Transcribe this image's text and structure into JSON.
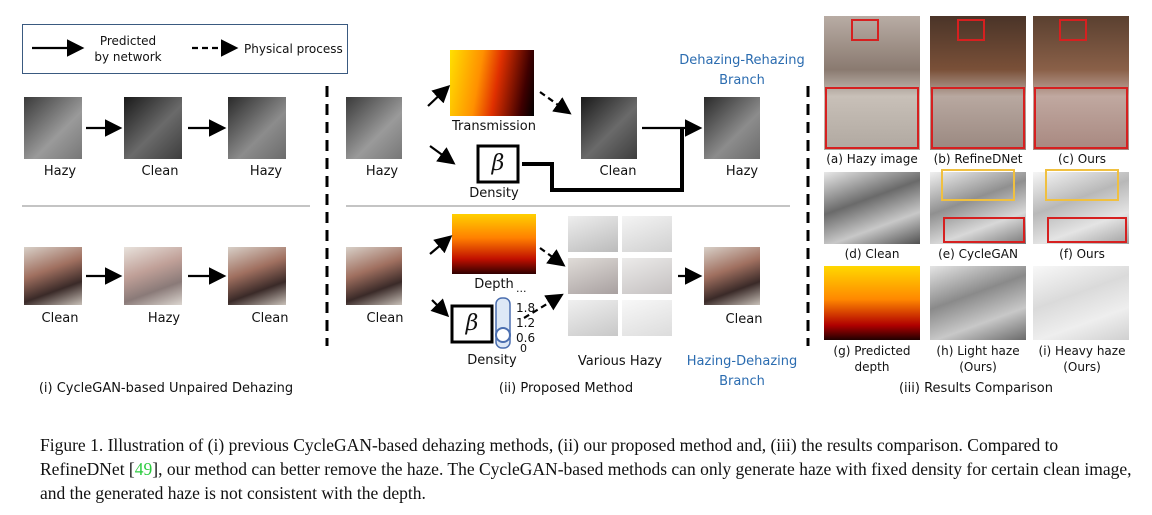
{
  "legend": {
    "predicted": "Predicted by network",
    "physical": "Physical process"
  },
  "panel1": {
    "row1": [
      "Hazy",
      "Clean",
      "Hazy"
    ],
    "row2": [
      "Clean",
      "Hazy",
      "Clean"
    ],
    "title": "(i) CycleGAN-based Unpaired Dehazing"
  },
  "panel2": {
    "hazy": "Hazy",
    "transmission": "Transmission",
    "density": "Density",
    "clean_mid": "Clean",
    "hazy_out": "Hazy",
    "branch_top": "Dehazing-Rehazing Branch",
    "clean_in": "Clean",
    "depth": "Depth",
    "density2": "Density",
    "various_hazy": "Various Hazy",
    "clean_out": "Clean",
    "branch_bottom": "Hazing-Dehazing Branch",
    "beta_symbol": "β",
    "scale": [
      "...",
      "1.8",
      "1.2",
      "0.6",
      "0"
    ],
    "title": "(ii) Proposed Method"
  },
  "panel3": {
    "labels": [
      "(a) Hazy image",
      "(b) RefineDNet",
      "(c) Ours",
      "(d) Clean",
      "(e) CycleGAN",
      "(f) Ours",
      "(g) Predicted depth",
      "(h) Light haze (Ours)",
      "(i) Heavy haze (Ours)"
    ],
    "title": "(iii) Results Comparison"
  },
  "caption": {
    "part1": "Figure 1.  Illustration of (i) previous CycleGAN-based dehazing methods, (ii) our proposed method and, (iii) the results comparison. Compared to RefineDNet [",
    "cite": "49",
    "part2": "], our method can better remove the haze. The CycleGAN-based methods can only generate haze with fixed density for certain clean image, and the generated haze is not consistent with the depth."
  },
  "colors": {
    "branch_blue": "#2b6cb0",
    "cite_green": "#2ecc40",
    "highlight_red": "#d62020",
    "highlight_yellow": "#f0c040"
  }
}
